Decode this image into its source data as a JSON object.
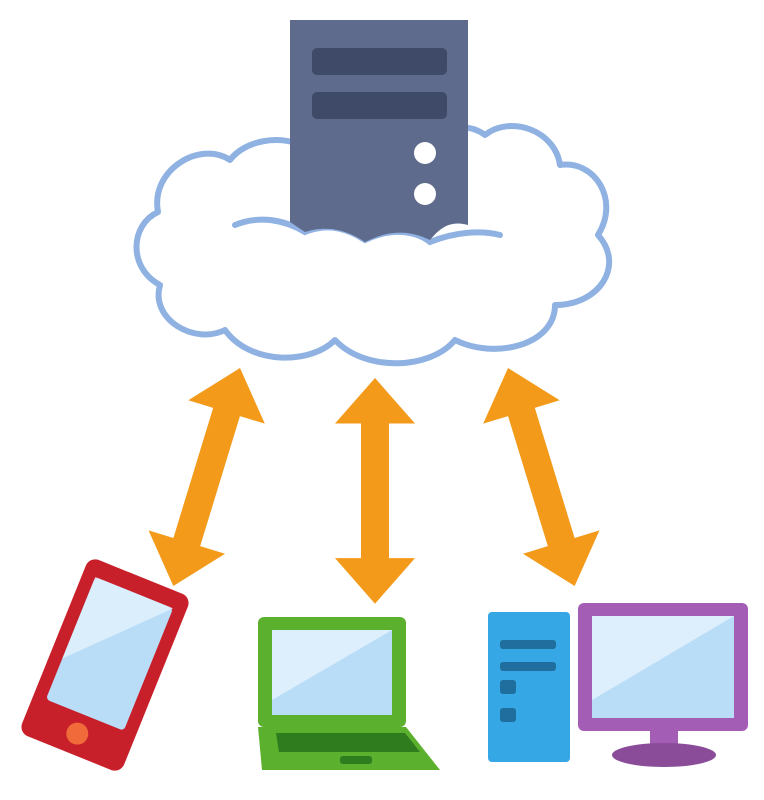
{
  "diagram": {
    "nodes": [
      {
        "id": "cloud",
        "icon": "cloud-icon"
      },
      {
        "id": "server",
        "icon": "server-icon"
      },
      {
        "id": "smartphone",
        "icon": "smartphone-icon"
      },
      {
        "id": "laptop",
        "icon": "laptop-icon"
      },
      {
        "id": "desktop",
        "icon": "desktop-computer-icon"
      }
    ],
    "edges": [
      {
        "from": "cloud",
        "to": "smartphone",
        "direction": "bidirectional"
      },
      {
        "from": "cloud",
        "to": "laptop",
        "direction": "bidirectional"
      },
      {
        "from": "cloud",
        "to": "desktop",
        "direction": "bidirectional"
      }
    ]
  },
  "colors": {
    "cloud_outline": "#8fb2e2",
    "server_body": "#5f6b8c",
    "server_slot": "#3f4a68",
    "arrow": "#f39a1a",
    "phone_body": "#c8202a",
    "phone_button": "#f06a3a",
    "laptop_body": "#5bb02e",
    "laptop_keyboard": "#2f7c1e",
    "desktop_tower": "#34a7e4",
    "desktop_tower_button": "#1f6e9e",
    "monitor_frame": "#a45db4",
    "monitor_stand": "#8a4b99",
    "screen_fill": "#b9ddf7",
    "screen_highlight": "#e6f3fd"
  }
}
